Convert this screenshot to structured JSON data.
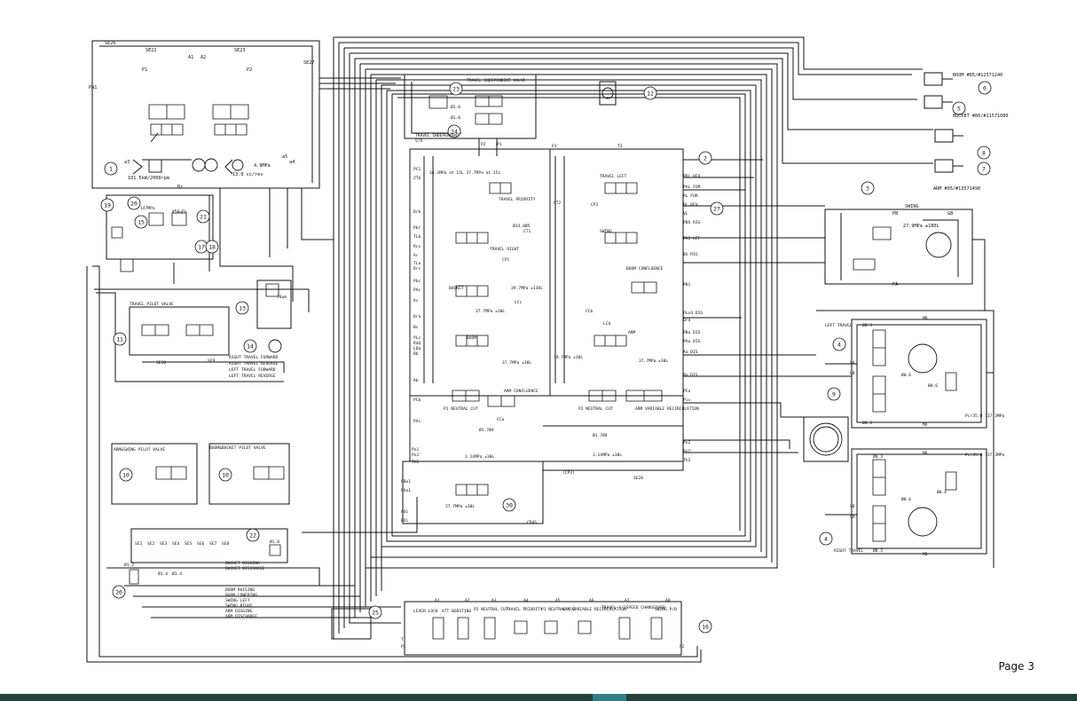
{
  "page": {
    "label": "Page 3"
  },
  "colors": {
    "line": "#111111",
    "background": "#ffffff",
    "footer_bar": "#24403f",
    "footer_indicator": "#2f7f86"
  },
  "labels": {
    "main_pump": {
      "se26": "SE26",
      "se22": "SE22",
      "se23": "SE23",
      "se27": "SE27",
      "p1": "P1",
      "p2": "P2",
      "pn1": "PN1",
      "a3": "a3",
      "a4": "a4",
      "a5": "a5",
      "pilot": "4.9MPa",
      "pilot2": "13.0 cc/rev",
      "engine": "101.5kW/2000rpm",
      "br": "Br",
      "a1": "A1",
      "a2": "A2"
    },
    "travel_indep": {
      "title": "TRAVEL INDEPENDENT",
      "valve": "TRAVEL INDEPENDENT VALVE",
      "sv": "S/V",
      "orifice1": "Ø1.0",
      "orifice2": "Ø1.0"
    },
    "boom_port": "BOOM #85/#12571240",
    "bucket_port": "BUCKET #80/#11571080",
    "arm_port": "ARM #95/#13571490",
    "swing": {
      "title": "SWING",
      "relief": "27.9MPa ±180L",
      "pb": "PB",
      "pa": "PA",
      "gb": "GB"
    },
    "mcv": {
      "p1": "P1",
      "p2": "P2",
      "t2": "T2",
      "p1r": "P1'",
      "ct2": "CT2",
      "ct1": "CT1",
      "cp1": "CP1",
      "cp2": "CP2",
      "relief_main": "34.3MPa at 15L 37.7MPa at 15L",
      "travel_priority": "TRAVEL PRIORITY",
      "travel_right": "TRAVEL RIGHT",
      "travel_left": "TRAVEL LEFT",
      "swing": "SWING",
      "boom_confluence": "BOOM CONFLUENCE",
      "bucket": "BUCKET",
      "boom": "BOOM",
      "arm": "ARM",
      "relief_bucket": "39.7MPa ±130L",
      "relief_b2": "37.7MPa ±30L",
      "relief_boom": "37.7MPa ±30L",
      "relief_arm1": "39.7MPa ±30L",
      "relief_arm2": "37.7MPa ±30L",
      "orifice": "Ø14.8Ø5",
      "p1_neutral": "P1 NEUTRAL CUT",
      "p2_neutral": "P2 NEUTRAL CUT",
      "arm_conf": "ARM CONFLUENCE",
      "arm_var": "ARM VARIABLE RECIRCULATION",
      "lcc": "LCc",
      "lcd": "LCd",
      "ccb": "CCb",
      "cca": "CCa",
      "pcr": "3.14MPa ±30L",
      "pcr2": "3.14MPa ±30L",
      "a17": "Ø1.7Ø4",
      "a17b": "Ø1.7Ø4",
      "relief_opt": "37.7MPa ±30L",
      "cp3": "(CP3)",
      "se28": "SE28",
      "cp4s": "CP4S"
    },
    "ports_left": [
      "PC1",
      "ZTb",
      "Drb",
      "Pbr",
      "TLb",
      "Rcv",
      "Ar",
      "TLa",
      "Drc",
      "Pbc",
      "PAc",
      "Ac",
      "Dra",
      "Bc",
      "PLc",
      "RaQ",
      "LDa",
      "Bb",
      "Ab",
      "PCb",
      "PAi",
      "Pn1",
      "Pn1'",
      "TH1",
      "PBo1",
      "PAo1",
      "AOi",
      "BOi"
    ],
    "ports_right": [
      "PBL",
      "PAL",
      "AL",
      "BL",
      "VL",
      "PBS",
      "PAS",
      "BS",
      "PB1",
      "PLcd",
      "Drd",
      "PBa",
      "PAa",
      "Aa",
      "Ba",
      "PCa",
      "Pis",
      "Pn2",
      "Pn2'",
      "Th2"
    ],
    "ports_right_text": [
      "PBL REV.",
      "PAL FOR",
      "AL FOR",
      "BL REV.",
      "VL",
      "PBS RIG",
      "PAS LEF",
      "BS RIG",
      "PB1",
      "PLcd DIG",
      "Drd",
      "PBa DIS",
      "PAa DIS",
      "Aa DIS",
      "Ba DIS",
      "PCa",
      "Pis",
      "Pn2",
      "Pn2'",
      "Th2"
    ],
    "pilot_gear": {
      "pressure": "147MPa",
      "f": "#50uPa"
    },
    "travel_pilot": {
      "title": "TRAVEL PILOT VALVE",
      "se9": "SE9",
      "se10": "SE10",
      "orifice": "70um"
    },
    "travel_lines": [
      "RIGHT TRAVEL FORWARD",
      "RIGHT TRAVEL REVERSE",
      "LEFT TRAVEL FORWARD",
      "LEFT TRAVEL REVERSE"
    ],
    "arm_swing_pilot": "ARM&SWING PILOT VALVE",
    "boom_bucket_pilot": "BOOM&BUCKET PILOT VALVE",
    "shuttle_block": [
      "SE1",
      "SE2",
      "SE3",
      "SE4",
      "SE5",
      "SE6",
      "SE7",
      "SE8"
    ],
    "bucket_lines": [
      "BUCKET DIGGING",
      "BUCKET DISCHARGE"
    ],
    "pilot_lines": [
      "BOOM RAISING",
      "BOOM LOWERING",
      "SWING LEFT",
      "SWING RIGHT",
      "ARM DIGGING",
      "ARM DISCHARGE"
    ],
    "orifices": {
      "o12": "Ø1.2",
      "o14": "Ø1.4",
      "o14b": "Ø1.4",
      "o10": "Ø1.0"
    },
    "solenoid_block": [
      "LEVER LOCK",
      "ATT BOOSTING",
      "P2 NEUTRAL CUT",
      "TRAVEL PRIORITY",
      "P1 NEUTRAL CUT",
      "ARM VARIABLE RECIRCULATION",
      "TRAVEL 1/2SPEED CHANGEOVER",
      "SWING P/B"
    ],
    "solenoid_ports": [
      "A1",
      "A2",
      "A3",
      "A4",
      "A5",
      "A6",
      "A7",
      "A8"
    ],
    "solenoid_misc": {
      "p1": "P1",
      "p2": "P2",
      "t": "T"
    },
    "left_travel": {
      "title": "LEFT TRAVEL",
      "ma": "MA",
      "mb": "MB",
      "va": "VA",
      "vb": "VB",
      "o3a": "Ø0.3",
      "o3b": "Ø0.3",
      "o6": "Ø0.6",
      "o6b": "Ø0.6",
      "pcr": "Pcr35.8 137.3MPa"
    },
    "right_travel": {
      "title": "RIGHT TRAVEL",
      "ma": "MA",
      "mb": "MB",
      "va": "VA",
      "vb": "VB",
      "o3a": "Ø0.3",
      "o3b": "Ø0.3",
      "o6": "Ø0.6",
      "o6b": "Ø0.6",
      "pcr": "Pcr35.8 137.3MPa"
    },
    "callouts": [
      "1",
      "2",
      "3",
      "4",
      "4",
      "5",
      "6",
      "7",
      "8",
      "9",
      "10",
      "10",
      "11",
      "12",
      "13",
      "14",
      "15",
      "16",
      "17",
      "18",
      "19",
      "20",
      "21",
      "22",
      "23",
      "24",
      "25",
      "26",
      "27",
      "30"
    ]
  }
}
